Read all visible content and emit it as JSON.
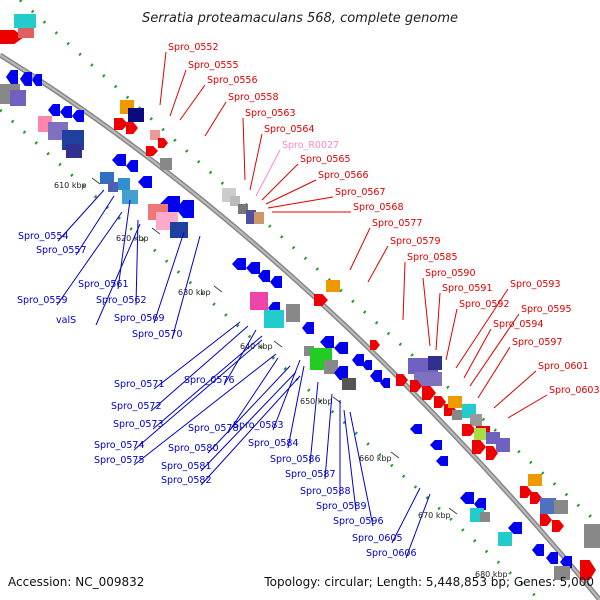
{
  "title": "Serratia proteamaculans 568, complete genome",
  "accession": "Accession: NC_009832",
  "topology": "Topology: circular; Length: 5,448,853 bp; Genes: 5,000",
  "colors": {
    "forward_label": "#e00000",
    "reverse_label": "#0000cc",
    "rna_label": "#ff88cc",
    "backbone": "#888888",
    "gc_dots": "#2a9a2a",
    "forward_gene": "#ee0000",
    "reverse_gene": "#0000ee"
  },
  "kbp_ticks": [
    "610 kbp",
    "620 kbp",
    "630 kbp",
    "640 kbp",
    "650 kbp",
    "660 kbp",
    "670 kbp",
    "680 kbp"
  ],
  "forward_labels": [
    "Spro_0552",
    "Spro_0555",
    "Spro_0556",
    "Spro_0558",
    "Spro_0563",
    "Spro_0564",
    "Spro_R0027",
    "Spro_0565",
    "Spro_0566",
    "Spro_0567",
    "Spro_0568",
    "Spro_0577",
    "Spro_0579",
    "Spro_0585",
    "Spro_0590",
    "Spro_0591",
    "Spro_0592",
    "Spro_0593",
    "Spro_0594",
    "Spro_0595",
    "Spro_0597",
    "Spro_0601",
    "Spro_0603"
  ],
  "reverse_labels": [
    "Spro_0554",
    "Spro_0557",
    "Spro_0561",
    "Spro_0559",
    "Spro_0562",
    "valS",
    "Spro_0569",
    "Spro_0570",
    "Spro_0571",
    "Spro_0576",
    "Spro_0572",
    "Spro_0573",
    "Spro_0578",
    "Spro_0583",
    "Spro_0574",
    "Spro_0580",
    "Spro_0584",
    "Spro_0575",
    "Spro_0581",
    "Spro_0586",
    "Spro_0582",
    "Spro_0587",
    "Spro_0588",
    "Spro_0589",
    "Spro_0596",
    "Spro_0605",
    "Spro_0606"
  ]
}
